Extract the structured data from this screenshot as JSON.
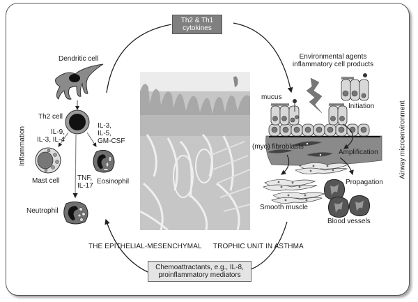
{
  "title": "THE EPITHELIAL-MESENCHYMAL TROPHIC UNIT IN ASTHMA",
  "title_left": "THE EPITHELIAL-MESENCHYMAL",
  "title_right": "TROPHIC UNIT IN ASTHMA",
  "top_box": {
    "line1": "Th2 & Th1",
    "line2": "cytokines"
  },
  "bottom_box": {
    "line1": "Chemoattractants, e.g., IL-8,",
    "line2": "proinflammatory mediators"
  },
  "left_panel": {
    "side_label": "Inflammation",
    "dendritic_cell": "Dendritic cell",
    "th2_cell": "Th2 cell",
    "mast_signal": {
      "line1": "IL-9,",
      "line2": "IL-3, IL-4"
    },
    "eos_signal": {
      "line1": "IL-3,",
      "line2": "IL-5,",
      "line3": "GM-CSF"
    },
    "neutro_signal": {
      "line1": "TNF,",
      "line2": "IL-17"
    },
    "mast_cell": "Mast cell",
    "eosinophil": "Eosinophil",
    "neutrophil": "Neutrophil"
  },
  "right_panel": {
    "side_label": "Airway microenvironment",
    "env": {
      "line1": "Environmental agents",
      "line2": "inflammatory cell products"
    },
    "mucus": "mucus",
    "initiation": "Initiation",
    "fibroblasts": "(myo) fibroblasts",
    "amplification": "Amplification",
    "propagation": "Propagation",
    "smooth_muscle": "Smooth muscle",
    "blood_vessels": "Blood vessels"
  },
  "center_image": "airway-histology-micrograph",
  "colors": {
    "box_dark": "#808080",
    "box_light": "#e4e4e4",
    "cell_gray": "#8a8a8a",
    "nucleus": "#111111",
    "tissue": "#9a9a9a"
  }
}
